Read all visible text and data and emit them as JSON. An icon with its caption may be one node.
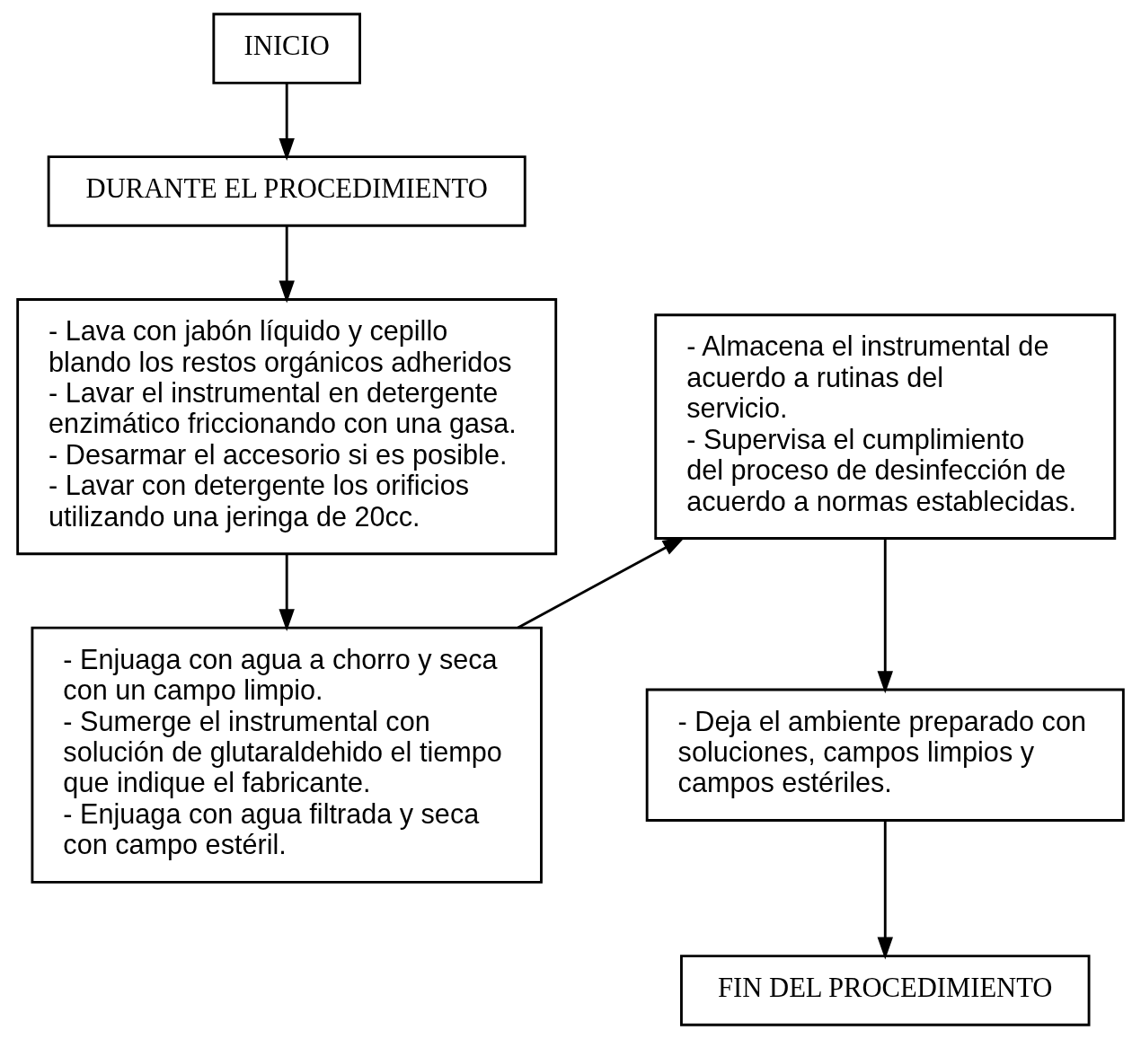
{
  "diagram": {
    "nodes": [
      {
        "text": [
          "INICIO"
        ]
      },
      {
        "text": [
          "DURANTE EL PROCEDIMIENTO"
        ]
      },
      {
        "text": [
          "- Lava con jabón líquido y cepillo blando los restos orgánicos adheridos",
          "- Lavar el instrumental en detergente enzimático friccionando con una gasa.",
          "- Desarmar el accesorio si es posible.",
          "- Lavar con detergente los orificios utilizando una jeringa de 20cc."
        ]
      },
      {
        "text": [
          "- Enjuaga con agua a chorro y seca con un campo limpio.",
          "- Sumerge el instrumental con solución de glutaraldehido el tiempo que indique el fabricante.",
          "- Enjuaga con agua filtrada y seca con campo estéril."
        ]
      },
      {
        "text": [
          "- Almacena el instrumental de acuerdo a rutinas del servicio.",
          "- Supervisa el cumplimiento del proceso de desinfección de acuerdo a normas establecidas."
        ]
      },
      {
        "text": [
          "- Deja el ambiente preparado con soluciones, campos limpios y campos estériles."
        ]
      },
      {
        "text": [
          "FIN DEL PROCEDIMIENTO"
        ]
      }
    ],
    "edges": [
      {
        "from": 0,
        "to": 1,
        "arrow": "to"
      },
      {
        "from": 1,
        "to": 2,
        "arrow": "to"
      },
      {
        "from": 2,
        "to": 3,
        "arrow": "to"
      },
      {
        "from": 3,
        "to": 4,
        "arrow": "to"
      },
      {
        "from": 4,
        "to": 5,
        "arrow": "to"
      },
      {
        "from": 5,
        "to": 6,
        "arrow": "to"
      }
    ]
  }
}
